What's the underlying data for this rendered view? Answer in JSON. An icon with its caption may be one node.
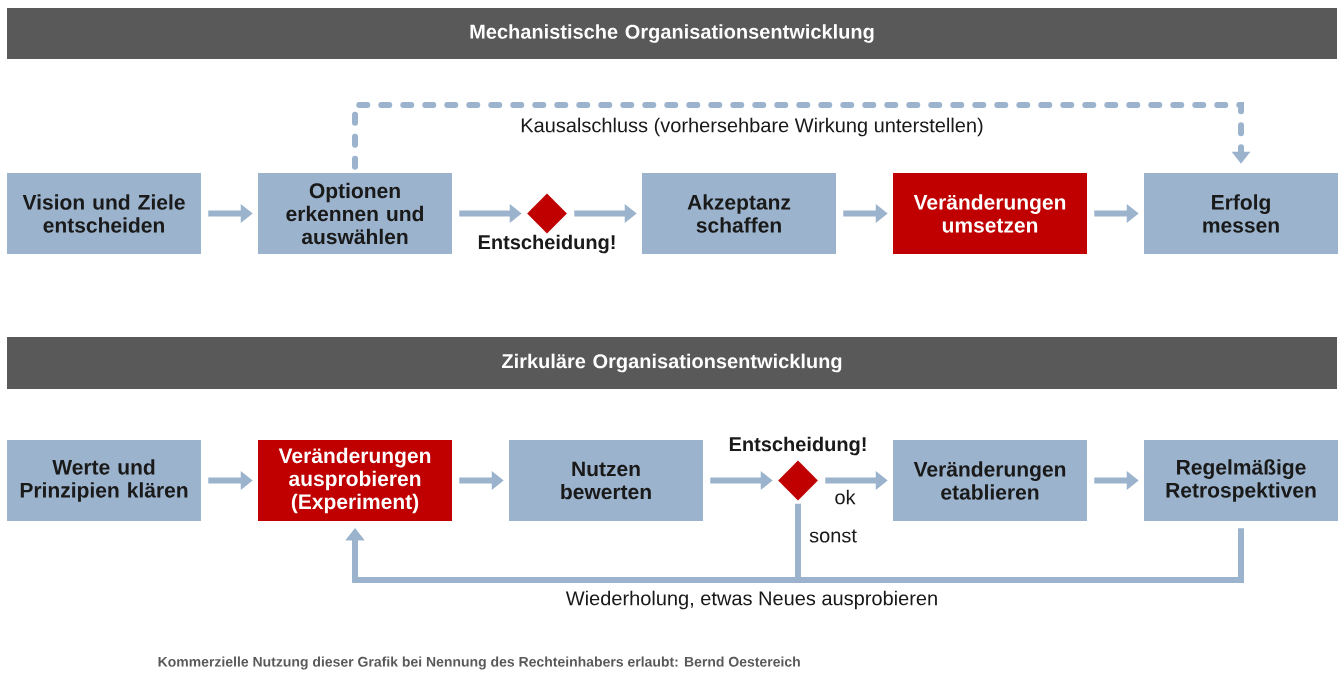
{
  "diagram": {
    "nodes": [
      {
        "text": [
          "Mechanistische Organisationsentwicklung"
        ]
      },
      {
        "text": [
          "Vision und Ziele entscheiden"
        ]
      },
      {
        "text": [
          "Optionen erkennen und auswählen"
        ]
      },
      {
        "text": [],
        "shape": "diamond",
        "beside": [
          "Entscheidung!"
        ]
      },
      {
        "text": [
          "Akzeptanz schaffen"
        ]
      },
      {
        "text": [
          "Veränderungen umsetzen"
        ]
      },
      {
        "text": [
          "Erfolg messen"
        ]
      },
      {
        "text": [
          "Zirkuläre Organisationsentwicklung"
        ]
      },
      {
        "text": [
          "Werte und Prinzipien klären"
        ]
      },
      {
        "text": [
          "Veränderungen ausprobieren (Experiment)"
        ]
      },
      {
        "text": [
          "Nutzen bewerten"
        ]
      },
      {
        "text": [],
        "shape": "diamond",
        "beside": [
          "Entscheidung!"
        ]
      },
      {
        "text": [
          "Veränderungen etablieren"
        ]
      },
      {
        "text": [
          "Regelmäßige Retrospektiven"
        ]
      }
    ],
    "edges": [
      {
        "from": 1,
        "to": 2,
        "arrow": "to"
      },
      {
        "from": 2,
        "to": 3,
        "arrow": "to"
      },
      {
        "from": 3,
        "to": 4,
        "arrow": "to"
      },
      {
        "from": 4,
        "to": 5,
        "arrow": "to"
      },
      {
        "from": 5,
        "to": 6,
        "arrow": "to"
      },
      {
        "from": 2,
        "to": 6,
        "arrow": "to",
        "style": "dashed",
        "label": "Kausalschluss (vorhersehbare Wirkung unterstellen)"
      },
      {
        "from": 8,
        "to": 9,
        "arrow": "to"
      },
      {
        "from": 9,
        "to": 10,
        "arrow": "to"
      },
      {
        "from": 10,
        "to": 11,
        "arrow": "to"
      },
      {
        "from": 11,
        "to": 12,
        "arrow": "to",
        "label": "ok"
      },
      {
        "from": 12,
        "to": 13,
        "arrow": "to"
      },
      {
        "from": 11,
        "to": 9,
        "arrow": "to",
        "label": "sonst"
      },
      {
        "from": 13,
        "to": 9,
        "arrow": "to",
        "label": "Wiederholung, etwas Neues ausprobieren"
      }
    ],
    "labels": [
      "Kommerzielle Nutzung dieser Grafik bei Nennung des Rechteinhabers erlaubt: Bernd Oestereich"
    ]
  }
}
